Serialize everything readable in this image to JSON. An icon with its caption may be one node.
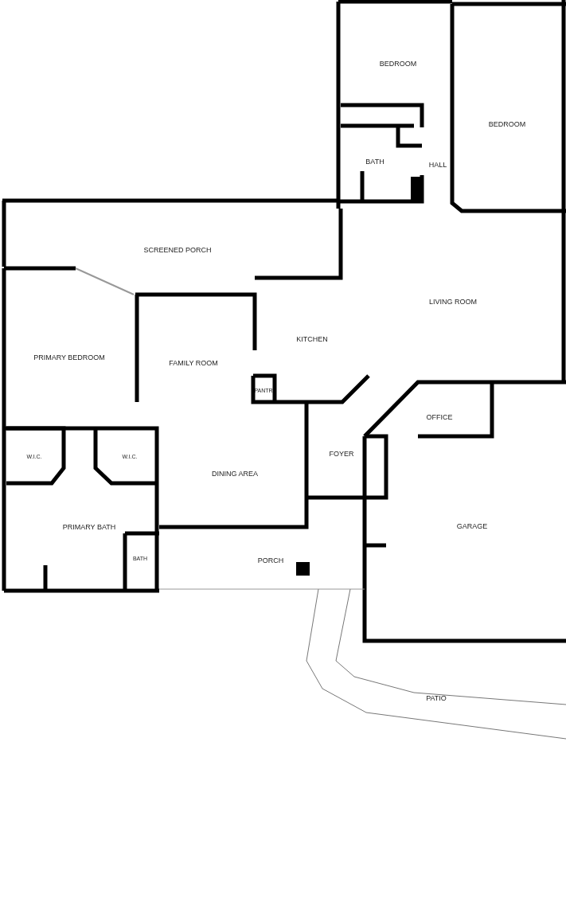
{
  "diagram": {
    "nodes": [
      {
        "text": [
          "BEDROOM"
        ]
      },
      {
        "text": [
          "BEDROOM"
        ]
      },
      {
        "text": [
          "BATH"
        ]
      },
      {
        "text": [
          "HALL"
        ]
      },
      {
        "text": [
          "SCREENED PORCH"
        ]
      },
      {
        "text": [
          "LIVING ROOM"
        ]
      },
      {
        "text": [
          "PRIMARY BEDROOM"
        ]
      },
      {
        "text": [
          "FAMILY ROOM"
        ]
      },
      {
        "text": [
          "KITCHEN"
        ]
      },
      {
        "text": [
          "PANTR"
        ]
      },
      {
        "text": [
          "OFFICE"
        ]
      },
      {
        "text": [
          "W.I.C."
        ]
      },
      {
        "text": [
          "W.I.C."
        ]
      },
      {
        "text": [
          "FOYER"
        ]
      },
      {
        "text": [
          "DINING AREA"
        ]
      },
      {
        "text": [
          "GARAGE"
        ]
      },
      {
        "text": [
          "PRIMARY BATH"
        ]
      },
      {
        "text": [
          "BATH"
        ]
      },
      {
        "text": [
          "PORCH"
        ]
      },
      {
        "text": [
          "PATIO"
        ]
      }
    ]
  }
}
